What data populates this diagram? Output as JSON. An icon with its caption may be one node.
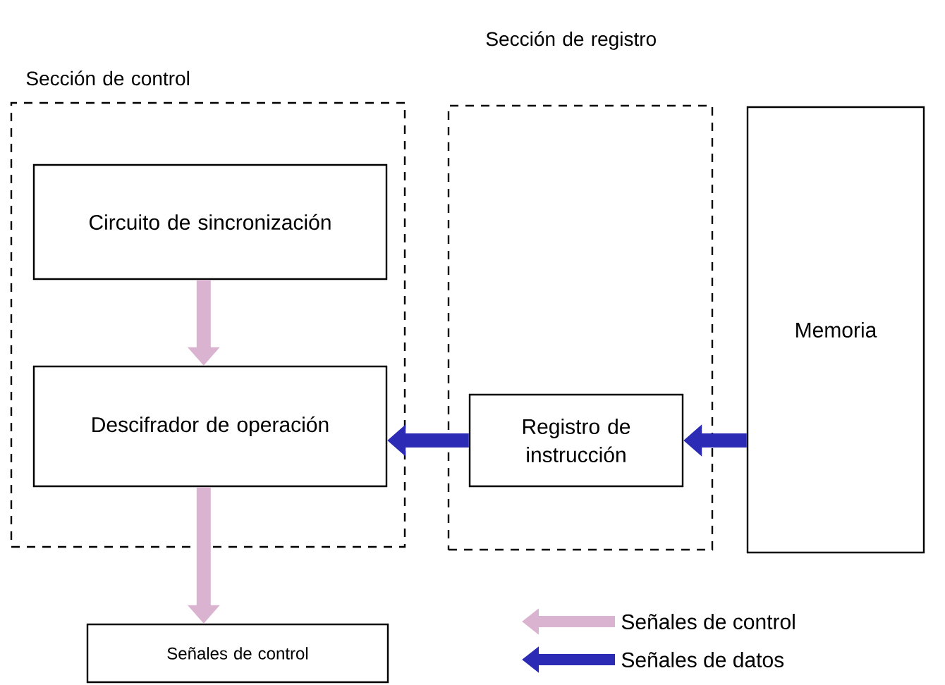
{
  "diagram": {
    "nodes": [
      {
        "text": [
          "Sección de control"
        ]
      },
      {
        "text": [
          "Circuito de sincronización"
        ],
        "in": 0
      },
      {
        "text": [
          "Descifrador de operación"
        ],
        "in": 0
      },
      {
        "text": [
          "Sección de registro"
        ]
      },
      {
        "text": [
          "Registro de instrucción"
        ],
        "in": 3
      },
      {
        "text": [
          "Memoria"
        ]
      },
      {
        "text": [
          "Señales de control"
        ]
      }
    ],
    "edges": [
      {
        "from": 1,
        "to": 2,
        "arrow": "to",
        "color": "#d9b3cf"
      },
      {
        "from": 4,
        "to": 2,
        "arrow": "to",
        "color": "#2b2bb5"
      },
      {
        "from": 5,
        "to": 4,
        "arrow": "to",
        "color": "#2b2bb5"
      },
      {
        "from": 2,
        "to": 6,
        "arrow": "to",
        "color": "#d9b3cf"
      }
    ],
    "legend": [
      {
        "text": "Señales de control",
        "color": "#d9b3cf"
      },
      {
        "text": "Señales de datos",
        "color": "#2b2bb5"
      }
    ]
  }
}
